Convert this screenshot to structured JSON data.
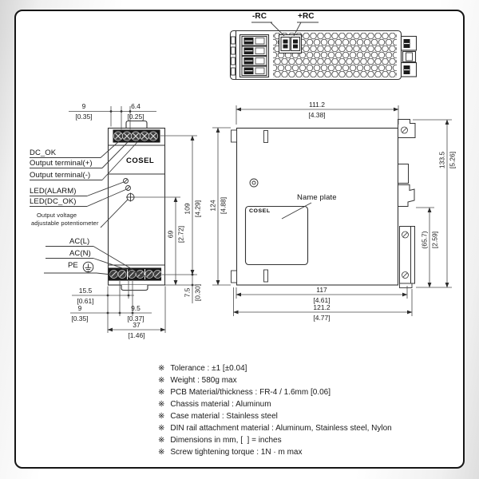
{
  "top_view": {
    "minus_rc": "-RC",
    "plus_rc": "+RC"
  },
  "front_view": {
    "logo": "COSEL",
    "callouts": {
      "dc_ok": "DC_OK",
      "output_plus": "Output terminal(+)",
      "output_minus": "Output terminal(-)",
      "led_alarm": "LED(ALARM)",
      "led_dc_ok": "LED(DC_OK)",
      "pot_line1": "Output voltage",
      "pot_line2": "adjustable potentiometer",
      "ac_l": "AC(L)",
      "ac_n": "AC(N)",
      "pe": "PE"
    },
    "dims": {
      "top_9": {
        "mm": "9",
        "inch": "[0.35]"
      },
      "top_6_4": {
        "mm": "6.4",
        "inch": "[0.25]"
      },
      "right_109": {
        "mm": "109",
        "inch": "[4.29]"
      },
      "right_69": {
        "mm": "69",
        "inch": "[2.72]"
      },
      "right_7_5": {
        "mm": "7.5",
        "inch": "[0.30]"
      },
      "bottom_15_5": {
        "mm": "15.5",
        "inch": "[0.61]"
      },
      "bottom_9": {
        "mm": "9",
        "inch": "[0.35]"
      },
      "bottom_9_5": {
        "mm": "9.5",
        "inch": "[0.37]"
      },
      "bottom_37": {
        "mm": "37",
        "inch": "[1.46]"
      }
    }
  },
  "side_view": {
    "logo": "COSEL",
    "name_plate": "Name plate",
    "dims": {
      "width_111_2": {
        "mm": "111.2",
        "inch": "[4.38]"
      },
      "height_124": {
        "mm": "124",
        "inch": "[4.88]"
      },
      "rail_133_5": {
        "mm": "133.5",
        "inch": "[5.26]"
      },
      "rail_65_7": {
        "mm": "(65.7)",
        "inch": "[2.59]"
      },
      "depth_117": {
        "mm": "117",
        "inch": "[4.61]"
      },
      "depth_121_2": {
        "mm": "121.2",
        "inch": "[4.77]"
      }
    }
  },
  "notes": {
    "bullet": "※",
    "items": [
      "Tolerance : ±1 [±0.04]",
      "Weight : 580g max",
      "PCB Material/thickness : FR-4 / 1.6mm [0.06]",
      "Chassis material : Aluminum",
      "Case material : Stainless steel",
      "DIN rail attachment material : Aluminum, Stainless steel, Nylon",
      "Dimensions in mm, [  ] = inches",
      "Screw tightening torque : 1N · m max"
    ]
  }
}
